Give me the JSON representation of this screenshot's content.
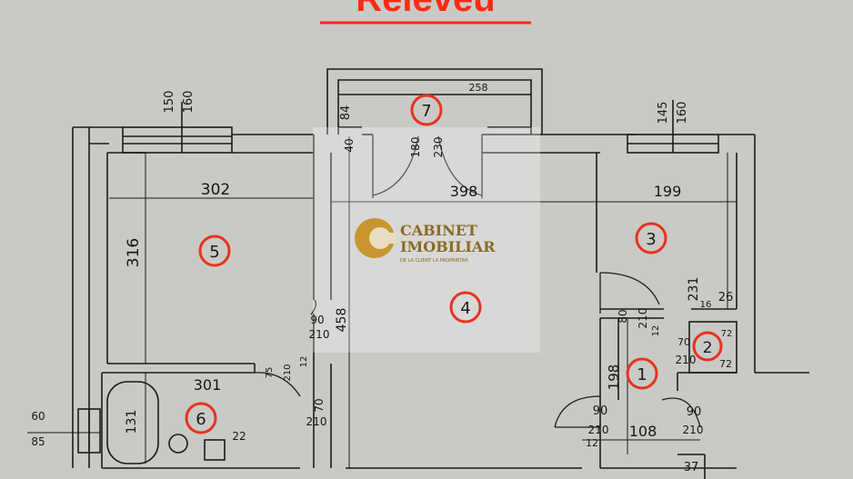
{
  "title": "Releveu",
  "colors": {
    "paper": "#c9cac6",
    "line": "#1b1b1b",
    "accent_red": "#ff2a16",
    "badge_ring": "#e8321e",
    "watermark_gold": "#c8962e"
  },
  "watermark": {
    "name_line1": "CABINET",
    "name_line2": "IMOBILIAR",
    "tagline": "DE LA CLIENT LA PROPRIETAR"
  },
  "rooms": [
    {
      "number": "1"
    },
    {
      "number": "2"
    },
    {
      "number": "3"
    },
    {
      "number": "4"
    },
    {
      "number": "5"
    },
    {
      "number": "6"
    },
    {
      "number": "7"
    }
  ],
  "dimensions": {
    "balcony_width": "258",
    "balcony_depth": "84",
    "balcony_door_w": "180",
    "balcony_door_h": "230",
    "balcony_door_jamb": "40",
    "window_left_w": "150",
    "window_left_h": "160",
    "window_right_w": "145",
    "window_right_h": "160",
    "room5_width": "302",
    "room5_depth": "316",
    "room4_width": "398",
    "room4_depth": "458",
    "room3_width": "199",
    "room3_depth": "231",
    "room3_niche": "26",
    "room3_small": "16",
    "door5_w": "90",
    "door5_h": "210",
    "door6a_w": "75",
    "door6a_h": "210",
    "door6a_jamb": "12",
    "door6b_w": "70",
    "door6b_h": "210",
    "room6_width": "301",
    "room6_depth": "131",
    "room6_small": "22",
    "window6_w": "60",
    "window6_h": "85",
    "door3_w": "80",
    "door3_h": "210",
    "door3_jamb": "12",
    "door2_w": "70",
    "door2_h": "210",
    "room2_w": "72",
    "room2_d": "72",
    "hall_depth": "198",
    "hall_width": "108",
    "door_entry_w": "90",
    "door_entry_h": "210",
    "door_entry_jamb": "12",
    "door_right_w": "90",
    "door_right_h": "210",
    "bottom_right": "37"
  }
}
